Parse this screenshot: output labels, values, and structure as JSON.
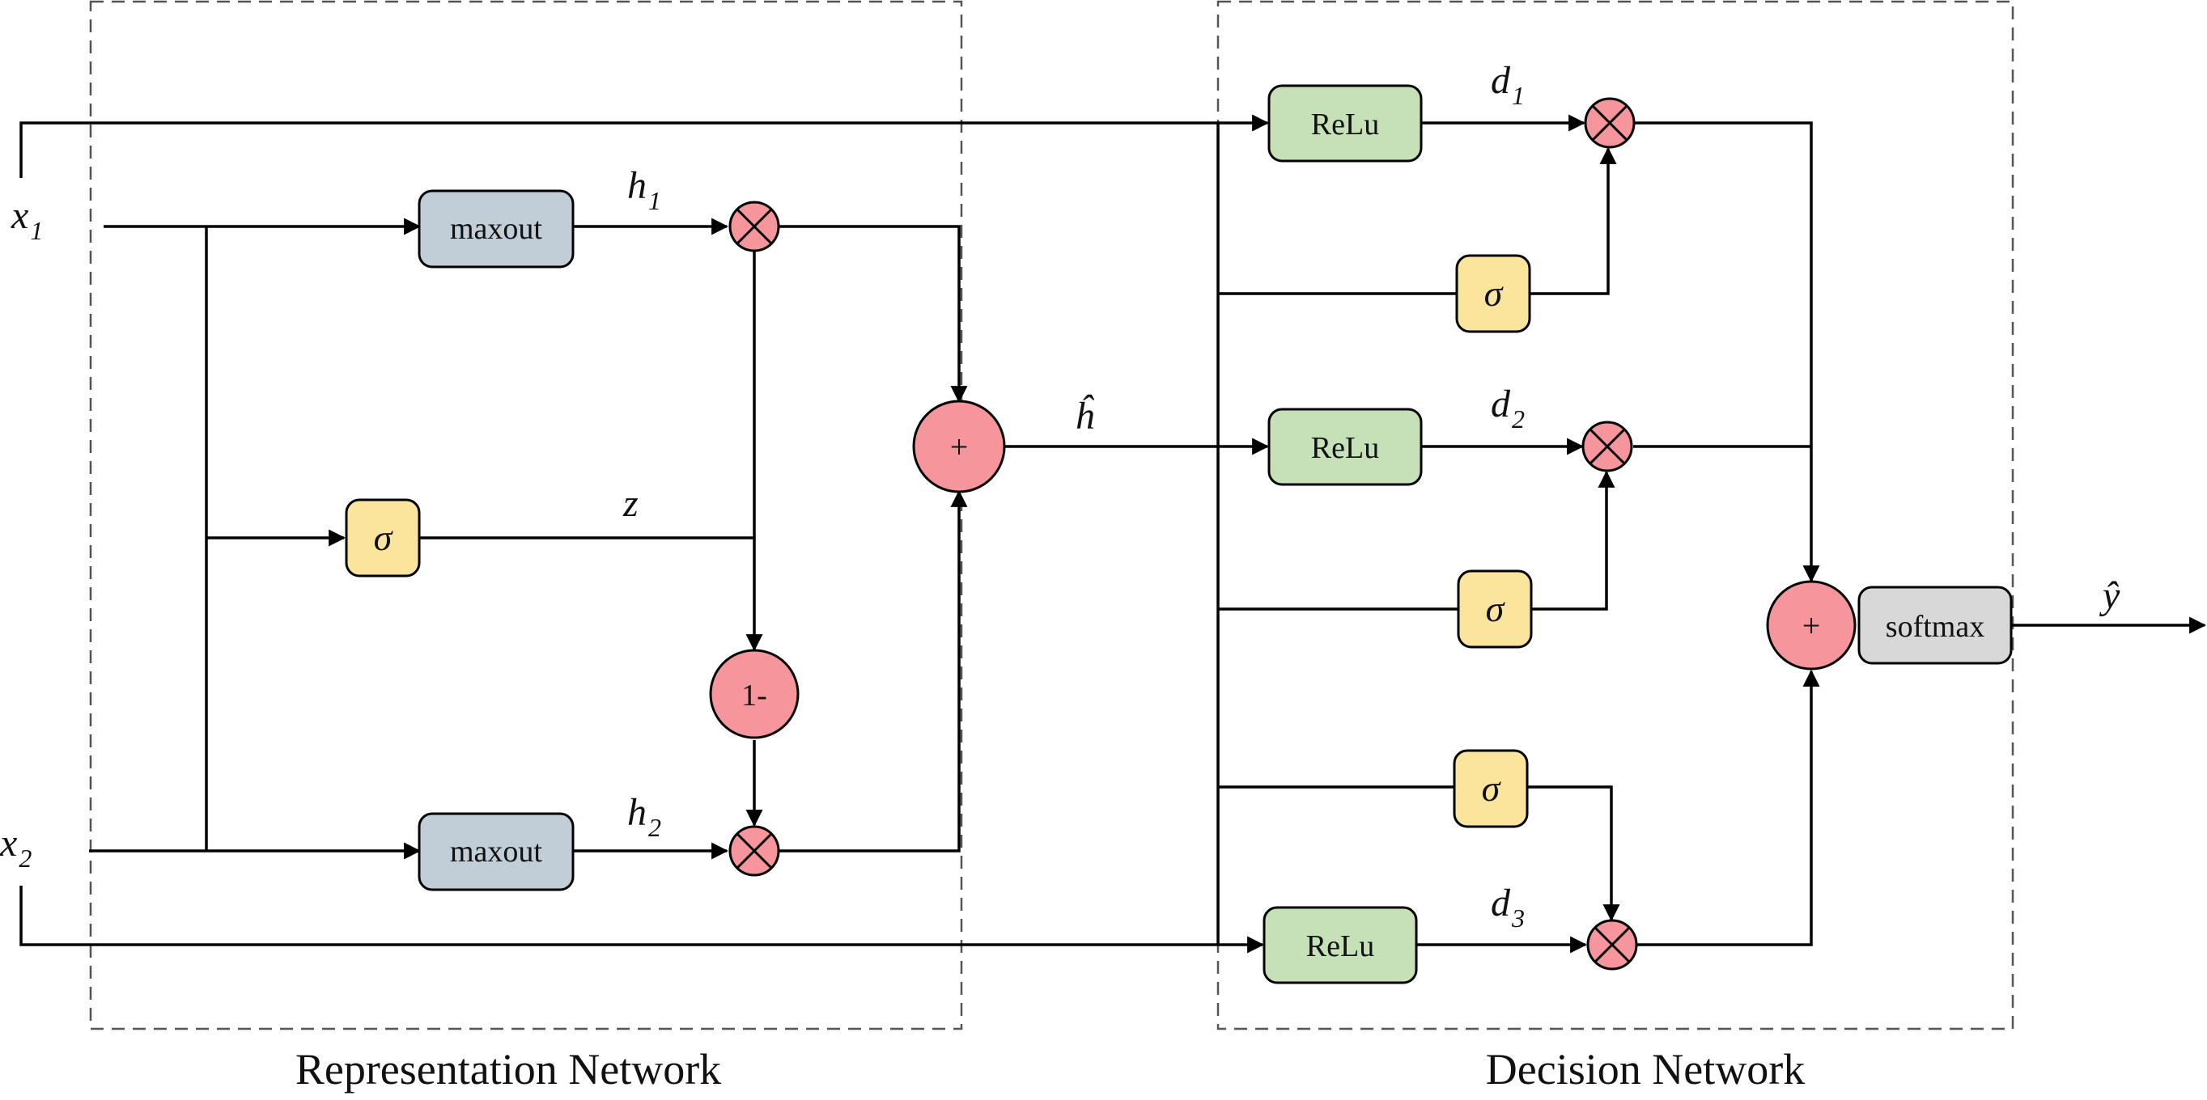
{
  "regions": {
    "representation": "Representation Network",
    "decision": "Decision Network"
  },
  "inputs": {
    "x1": {
      "base": "x",
      "sub": "1"
    },
    "x2": {
      "base": "x",
      "sub": "2"
    }
  },
  "blocks": {
    "maxout": "maxout",
    "relu": "ReLu",
    "softmax": "softmax",
    "sigma": "σ",
    "one_minus": "1-",
    "plus": "+"
  },
  "variables": {
    "h1": {
      "base": "h",
      "sub": "1"
    },
    "h2": {
      "base": "h",
      "sub": "2"
    },
    "z": "z",
    "h_hat": "ĥ",
    "d1": {
      "base": "d",
      "sub": "1"
    },
    "d2": {
      "base": "d",
      "sub": "2"
    },
    "d3": {
      "base": "d",
      "sub": "3"
    },
    "y_hat": "ŷ"
  },
  "colors": {
    "maxout_fill": "#c2ced7",
    "relu_fill": "#c6e1b8",
    "sigma_fill": "#fbe49b",
    "softmax_fill": "#d8d8d8",
    "op_fill": "#f6959b",
    "stroke": "#000000",
    "dash": "#555555"
  }
}
